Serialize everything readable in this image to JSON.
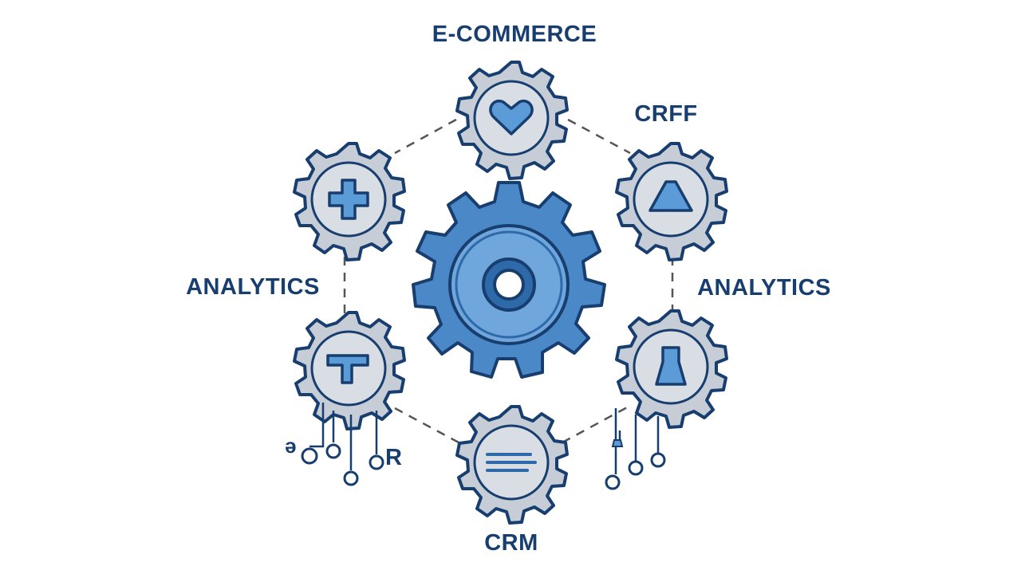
{
  "colors": {
    "outline": "#173e6e",
    "hub": "#4a88c7",
    "satellite": "#c7cdd6",
    "icon": "#5b9bd8",
    "connector": "#555555"
  },
  "labels": {
    "top": "E-COMMERCE",
    "top_right": "CRFF",
    "left": "ANALYTICS",
    "right": "ANALYTICS",
    "bottom": "CRM",
    "bottom_left_symbols": "R"
  },
  "nodes": [
    {
      "id": "hub",
      "icon": "gear-hole-icon"
    },
    {
      "id": "top",
      "icon": "heart-icon"
    },
    {
      "id": "top-left",
      "icon": "plus-cross-icon"
    },
    {
      "id": "top-right",
      "icon": "flask-icon"
    },
    {
      "id": "bottom-left",
      "icon": "t-shape-icon"
    },
    {
      "id": "bottom-right",
      "icon": "beaker-icon"
    },
    {
      "id": "bottom",
      "icon": "lines-icon"
    }
  ]
}
